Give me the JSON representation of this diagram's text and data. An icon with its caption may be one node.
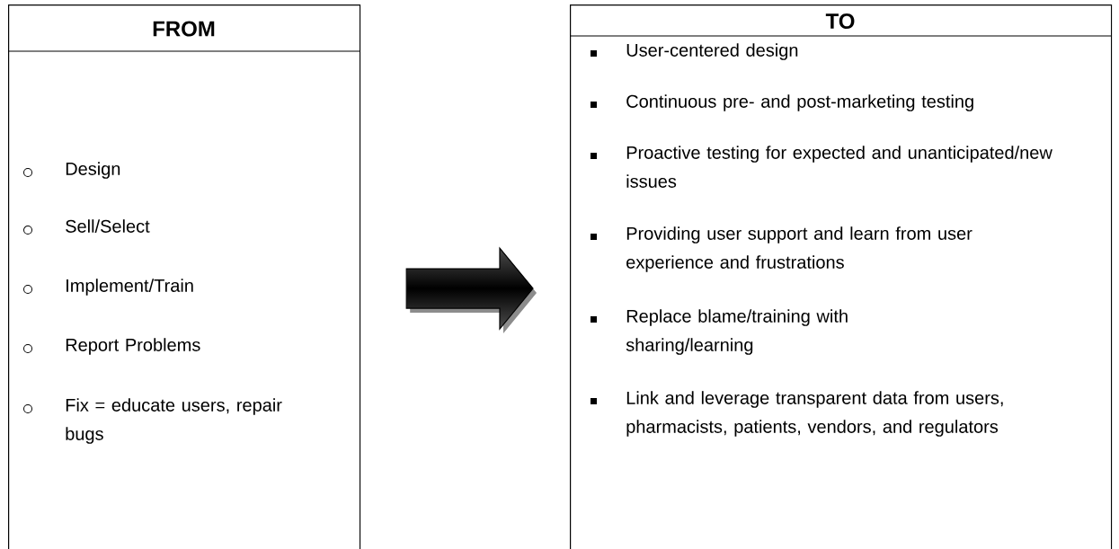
{
  "diagram": {
    "nodes": [
      {
        "text": [
          "FROM",
          "Design",
          "Sell/Select",
          "Implement/Train",
          "Report Problems",
          "Fix = educate users, repair bugs"
        ]
      },
      {
        "text": [
          "TO",
          "User-centered design",
          "Continuous pre- and post-marketing testing",
          "Proactive testing for expected and unanticipated/new issues",
          "Providing user support and learn from user experience and frustrations",
          "Replace blame/training with sharing/learning",
          "Link and leverage transparent data from users, pharmacists, patients, vendors, and regulators"
        ]
      }
    ],
    "edges": [
      {
        "from": 0,
        "to": 1,
        "arrow": "to"
      }
    ]
  }
}
